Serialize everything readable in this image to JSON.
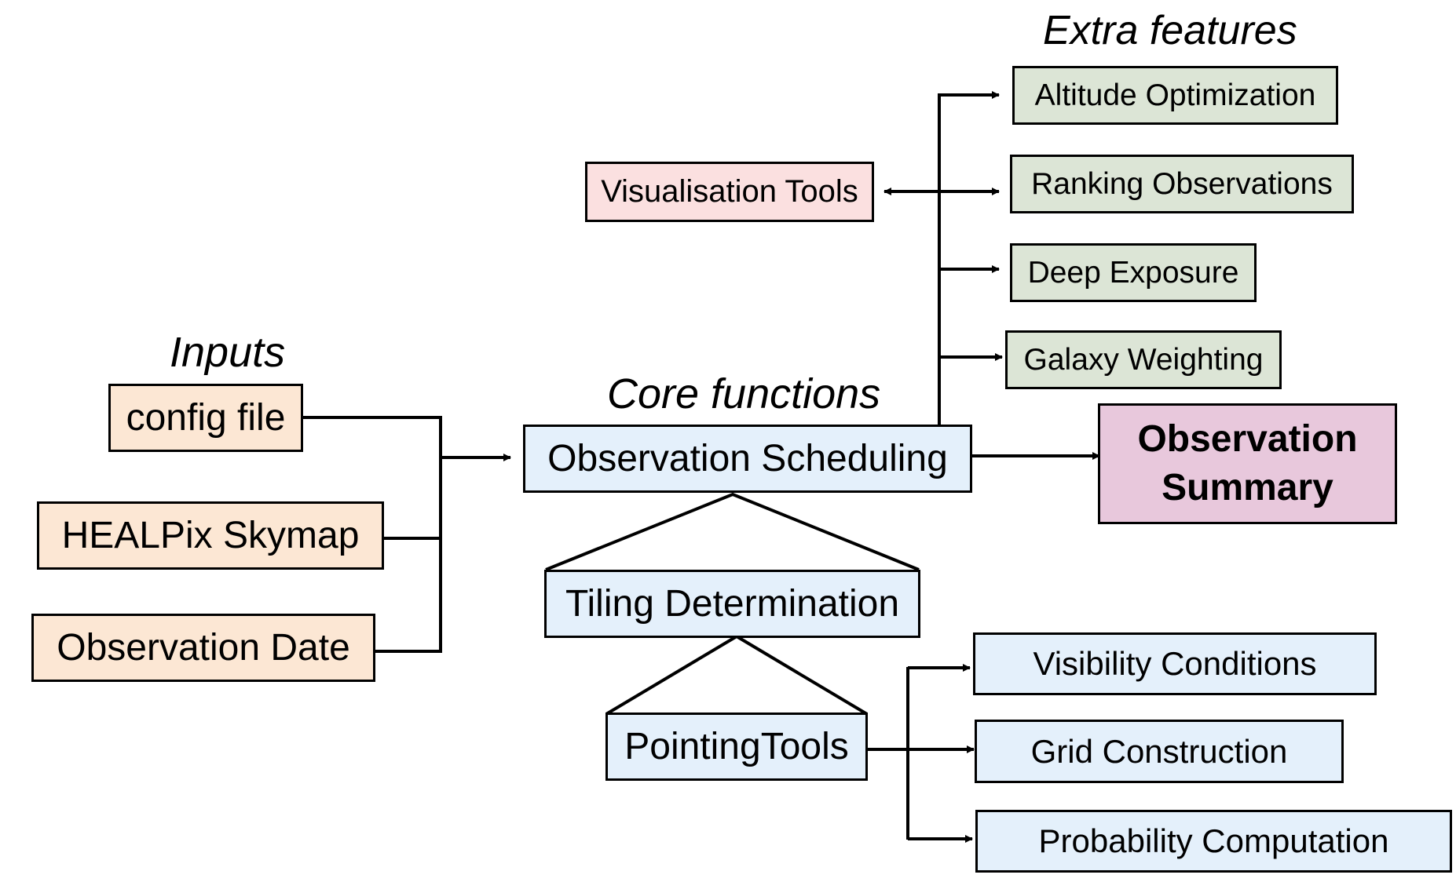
{
  "headings": {
    "inputs": "Inputs",
    "core": "Core functions",
    "extra": "Extra features"
  },
  "inputs": {
    "config": "config file",
    "skymap": "HEALPix Skymap",
    "date": "Observation Date"
  },
  "core": {
    "scheduling": "Observation Scheduling",
    "tiling": "Tiling Determination",
    "pointing": "PointingTools"
  },
  "extras": {
    "altitude": "Altitude Optimization",
    "ranking": "Ranking Observations",
    "deep": "Deep Exposure",
    "galaxy": "Galaxy Weighting"
  },
  "visualisation": "Visualisation Tools",
  "summary": {
    "line1": "Observation",
    "line2": "Summary"
  },
  "pointing_outputs": {
    "visibility": "Visibility Conditions",
    "grid": "Grid Construction",
    "probability": "Probability Computation"
  },
  "colors": {
    "inputs": "#fce7d4",
    "core": "#e4f0fb",
    "extras": "#dce5d6",
    "visualisation": "#fbe0e0",
    "summary": "#e8c8dc"
  }
}
